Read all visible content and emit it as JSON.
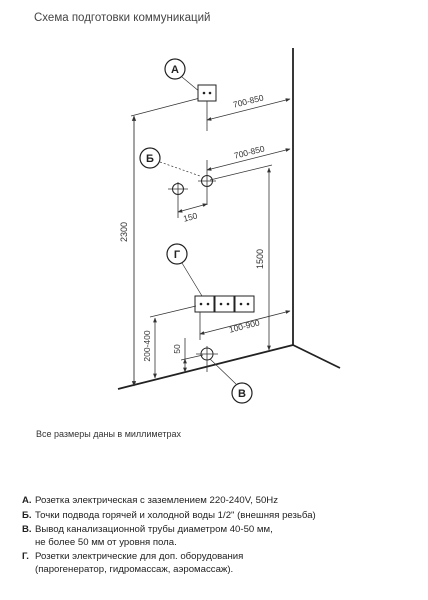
{
  "title": "Схема подготовки коммуникаций",
  "note": "Все размеры даны в миллиметрах",
  "markers": {
    "a": "А",
    "b": "Б",
    "g": "Г",
    "v": "В"
  },
  "dimensions": {
    "height_total": "2300",
    "socket_a_offset": "700-850",
    "water_offset": "700-850",
    "water_spacing": "150",
    "water_height": "1500",
    "sockets_g_offset": "100-900",
    "sockets_g_height": "200-400",
    "drain_height": "50"
  },
  "legend": [
    {
      "letter": "А.",
      "text": "Розетка электрическая с заземлением 220-240V, 50Hz"
    },
    {
      "letter": "Б.",
      "text": "Точки подвода горячей и холодной воды 1/2\" (внешняя резьба)"
    },
    {
      "letter": "В.",
      "text": "Вывод  канализационной трубы диаметром 40-50 мм,\nне более 50 мм от уровня пола."
    },
    {
      "letter": "Г.",
      "text": "Розетки электрические для доп. оборудования\n(парогенератор, гидромассаж, аэромассаж)."
    }
  ]
}
